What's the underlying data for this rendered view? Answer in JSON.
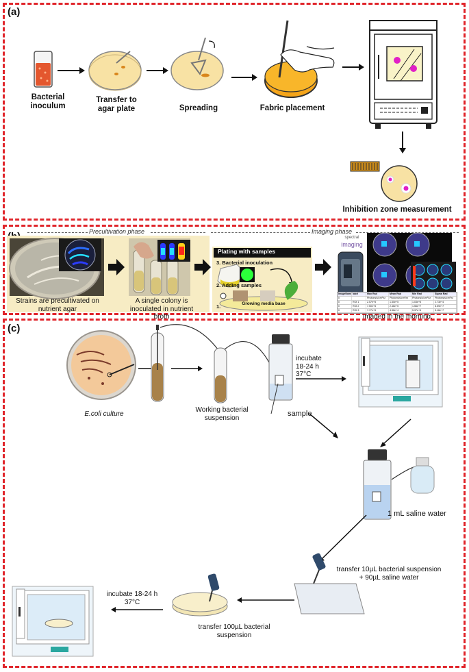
{
  "panel_a": {
    "label": "(a)",
    "steps": [
      "Bacterial inoculum",
      "Transfer to agar plate",
      "Spreading",
      "Fabric placement",
      "Inhibition zone measurement"
    ]
  },
  "panel_b": {
    "label": "(b)",
    "phase_precultivation": "Precultivation phase",
    "phase_imaging": "Imaging phase",
    "caption_strains": "Strains are precultivated on nutrient agar",
    "caption_colony": "A single colony is inoculated in nutrient broth",
    "plating_title": "Plating with samples",
    "plating_step3": "3.  Bacterial inoculation",
    "plating_step2": "2.  Adding samples",
    "plating_step1": "1.",
    "plating_base": "Growing media base",
    "brand_line1": "spectral",
    "brand_line2": "imaging",
    "caption_imaging": "Bacterial inoculation is plated with samples, left to grow overnight and imaged in the morning.",
    "table_headers": [
      "ImageName",
      "label",
      "Max Rad",
      "Mean Rad",
      "Min Rad",
      "Sigma Rad"
    ],
    "table_rows": [
      [
        "0",
        "",
        "Photons/s/cm²/sr",
        "Photons/s/cm²/sr",
        "Photons/s/cm²/sr",
        "Photons/s/cm²/sr"
      ],
      [
        "0",
        "ROI 1",
        "2.57e+5",
        "1.50e+5",
        "1.03e+5",
        "2.73e+4"
      ],
      [
        "0",
        "ROI 2",
        "7.50e+5",
        "2.46e+5",
        "1.56e+7",
        "8.59e+7"
      ],
      [
        "0",
        "ROI 3",
        "7.77e+5",
        "4.56e+4",
        "5.37e+6",
        "5.16e+7"
      ]
    ]
  },
  "panel_c": {
    "label": "(c)",
    "ecoli_label": "E.coli culture",
    "working_label": "Working bacterial suspension",
    "sample_label": "sample",
    "incubate_top": "incubate\n18-24 h\n37°C",
    "saline_label": "1 mL saline water",
    "transfer10": "transfer 10µL bacterial suspension\n+ 90µL saline water",
    "transfer100": "transfer 100µL bacterial\nsuspension",
    "incubate_bottom": "incubate 18-24 h\n37°C"
  },
  "colors": {
    "border": "#e0242a",
    "agar": "#f8e2a4",
    "agar_dark": "#f5a51a",
    "broth": "#a8824a",
    "bioluminescence": "#2b3cff"
  }
}
